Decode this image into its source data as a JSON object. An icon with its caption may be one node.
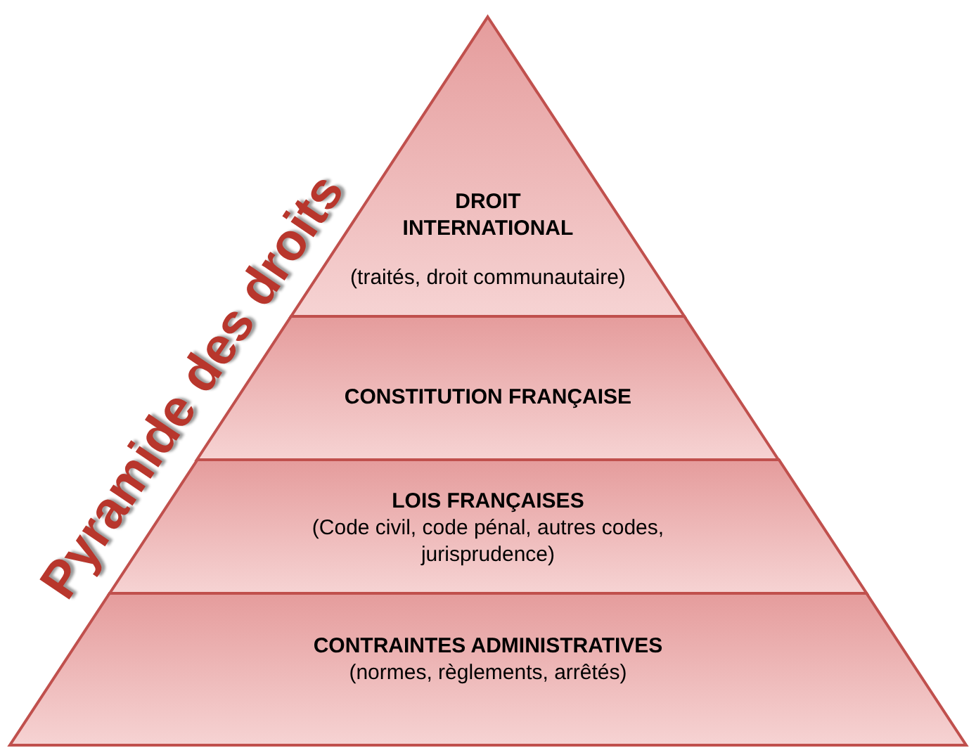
{
  "diagram": {
    "title": "Pyramide des droits",
    "nodes": [
      {
        "text": [
          "DROIT INTERNATIONAL",
          "(traités, droit communautaire)"
        ]
      },
      {
        "text": [
          "CONSTITUTION FRANÇAISE"
        ]
      },
      {
        "text": [
          "LOIS FRANÇAISES",
          "(Code civil, code pénal, autres codes, jurisprudence)"
        ]
      },
      {
        "text": [
          "CONTRAINTES ADMINISTRATIVES",
          "(normes, règlements, arrêtés)"
        ]
      }
    ],
    "edges": []
  }
}
